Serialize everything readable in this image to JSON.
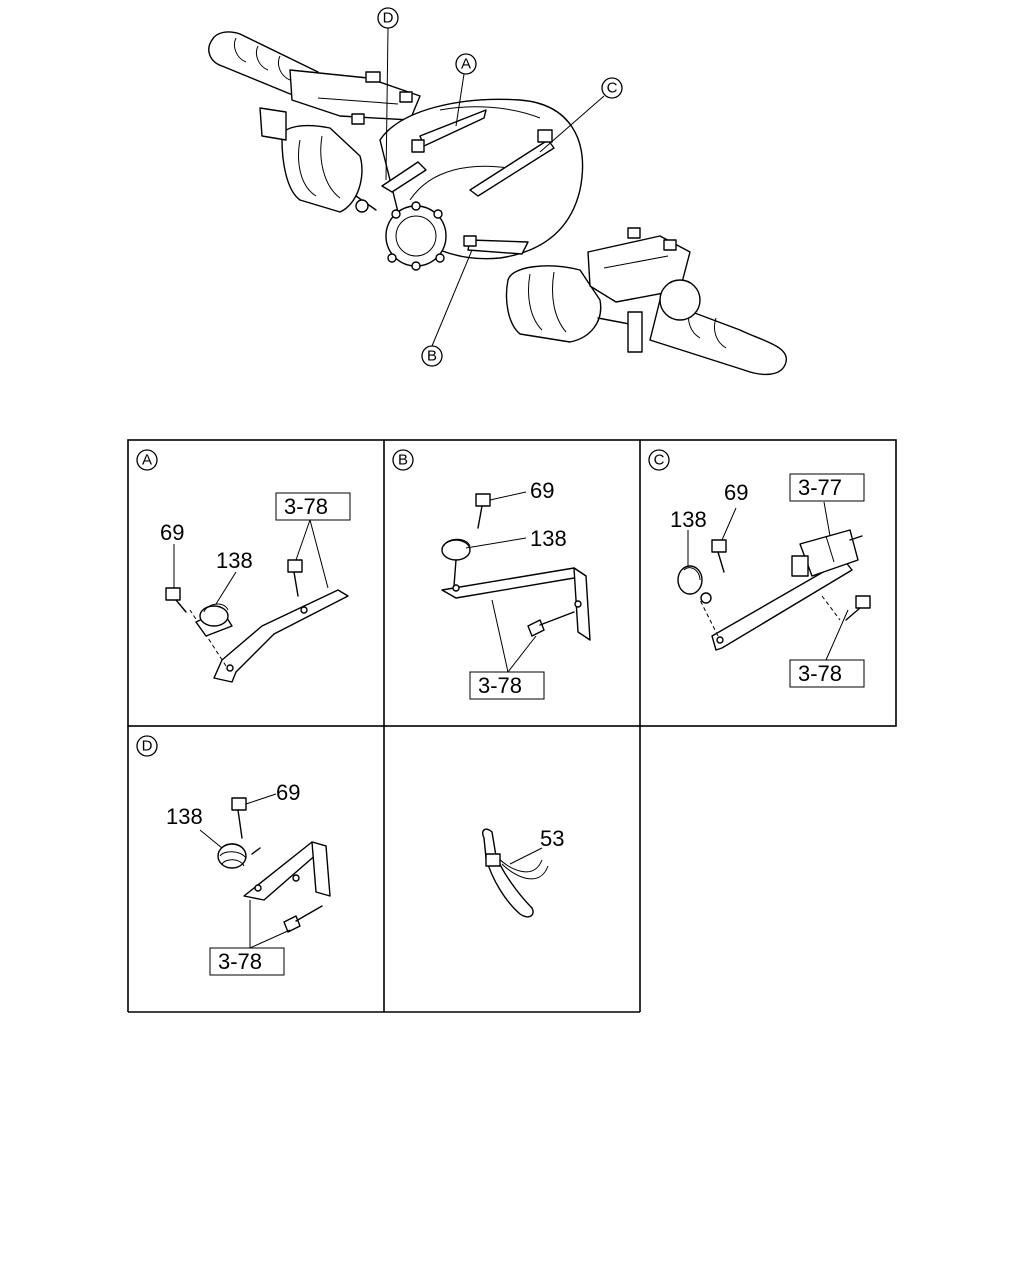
{
  "overview": {
    "callouts": [
      "A",
      "B",
      "C",
      "D"
    ]
  },
  "panels": {
    "A": {
      "letter": "A",
      "parts": {
        "bolt": "69",
        "clip": "138"
      },
      "ref": "3-78"
    },
    "B": {
      "letter": "B",
      "parts": {
        "bolt": "69",
        "clip": "138"
      },
      "ref": "3-78"
    },
    "C": {
      "letter": "C",
      "parts": {
        "bolt": "69",
        "clip": "138"
      },
      "ref_top": "3-77",
      "ref_bottom": "3-78"
    },
    "D": {
      "letter": "D",
      "parts": {
        "bolt": "69",
        "clip": "138"
      },
      "ref": "3-78"
    },
    "E": {
      "parts": {
        "tie": "53"
      }
    }
  }
}
